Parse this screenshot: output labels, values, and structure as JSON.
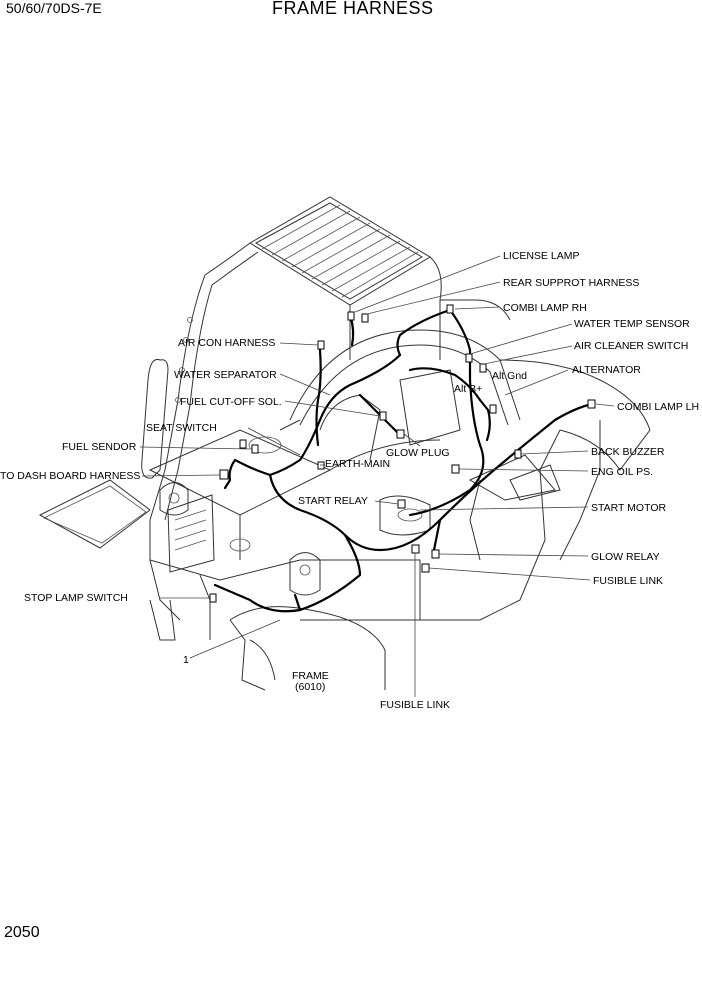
{
  "header": {
    "model": "50/60/70DS-7E",
    "title": "FRAME HARNESS"
  },
  "page_number": "2050",
  "diagram": {
    "frame_label": "FRAME",
    "frame_code": "(6010)",
    "item_number": "1",
    "labels": {
      "license_lamp": "LICENSE LAMP",
      "rear_support_harness": "REAR SUPPROT HARNESS",
      "combi_lamp_rh": "COMBI LAMP RH",
      "water_temp_sensor": "WATER TEMP SENSOR",
      "air_cleaner_switch": "AIR CLEANER SWITCH",
      "alternator": "ALTERNATOR",
      "alt_gnd": "Alt Gnd",
      "alt_b": "Alt B+",
      "combi_lamp_lh": "COMBI LAMP LH",
      "air_con_harness": "AIR CON HARNESS",
      "water_separator": "WATER SEPARATOR",
      "fuel_cut_off_sol": "FUEL CUT-OFF SOL.",
      "seat_switch": "SEAT SWITCH",
      "fuel_sendor": "FUEL SENDOR",
      "to_dash_board_harness": "TO DASH BOARD HARNESS",
      "glow_plug": "GLOW PLUG",
      "earth_main": "EARTH-MAIN",
      "start_relay": "START RELAY",
      "back_buzzer": "BACK BUZZER",
      "eng_oil_ps": "ENG OIL PS.",
      "start_motor": "START MOTOR",
      "glow_relay": "GLOW RELAY",
      "fusible_link_right": "FUSIBLE LINK",
      "stop_lamp_switch": "STOP LAMP SWITCH",
      "fusible_link_bottom": "FUSIBLE LINK"
    }
  }
}
